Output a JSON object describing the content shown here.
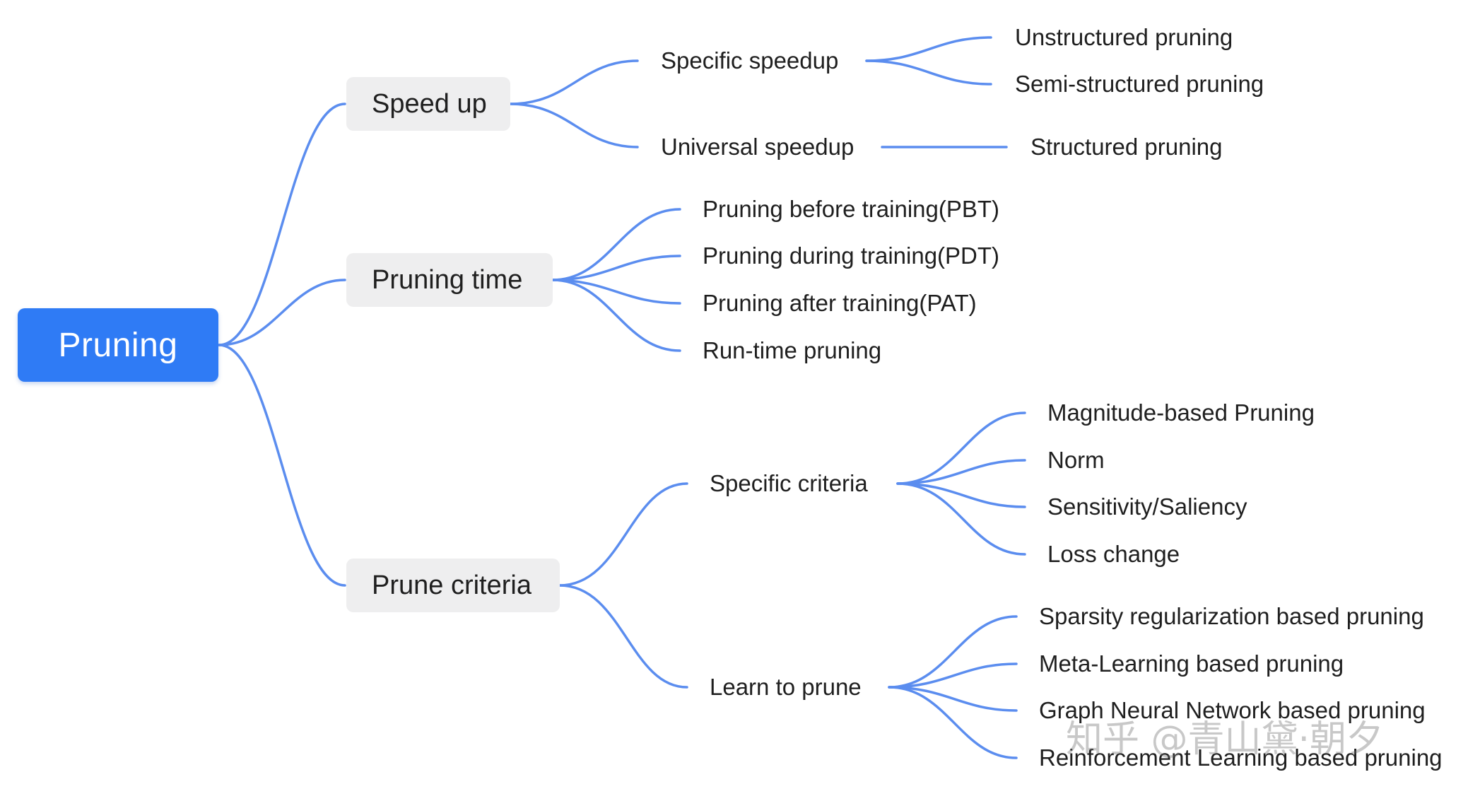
{
  "mindmap": {
    "root": {
      "label": "Pruning"
    },
    "branches": [
      {
        "label": "Speed up",
        "children": [
          {
            "label": "Specific speedup",
            "children": [
              {
                "label": "Unstructured pruning"
              },
              {
                "label": "Semi-structured pruning"
              }
            ]
          },
          {
            "label": "Universal speedup",
            "children": [
              {
                "label": "Structured pruning"
              }
            ]
          }
        ]
      },
      {
        "label": "Pruning time",
        "children": [
          {
            "label": "Pruning before training(PBT)"
          },
          {
            "label": "Pruning during training(PDT)"
          },
          {
            "label": "Pruning after training(PAT)"
          },
          {
            "label": "Run-time pruning"
          }
        ]
      },
      {
        "label": "Prune criteria",
        "children": [
          {
            "label": "Specific criteria",
            "children": [
              {
                "label": "Magnitude-based Pruning"
              },
              {
                "label": "Norm"
              },
              {
                "label": "Sensitivity/Saliency"
              },
              {
                "label": "Loss change"
              }
            ]
          },
          {
            "label": "Learn to prune",
            "children": [
              {
                "label": "Sparsity regularization based pruning"
              },
              {
                "label": "Meta-Learning based pruning"
              },
              {
                "label": "Graph Neural Network based pruning"
              },
              {
                "label": "Reinforcement Learning based pruning"
              }
            ]
          }
        ]
      }
    ]
  },
  "colors": {
    "root_fill": "#2f7bf5",
    "edge": "#5b8def",
    "branch_fill": "#eeeeef",
    "text": "#1f1f1f"
  },
  "watermark": {
    "text": "知乎 @青山黛·朝夕"
  }
}
